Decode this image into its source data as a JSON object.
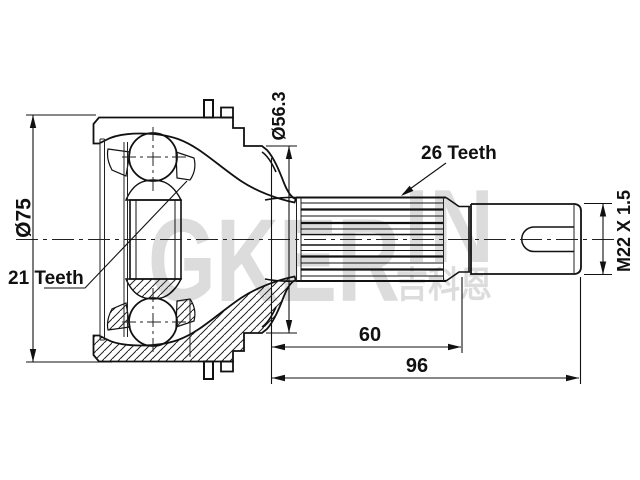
{
  "drawing": {
    "title": "CV joint outer race technical drawing",
    "labels": {
      "outer_diameter": "Ø75",
      "step_diameter": "Ø56.3",
      "inner_spline": "21 Teeth",
      "outer_spline": "26 Teeth",
      "thread_spec": "M22 X 1.5",
      "spline_length": "60",
      "total_length": "96"
    },
    "watermark": {
      "brand": "GKER",
      "brand2": "IN",
      "cjk": "吉科恩"
    },
    "colors": {
      "line": "#111111",
      "watermark": "#dcdcdc",
      "background": "#ffffff"
    }
  }
}
